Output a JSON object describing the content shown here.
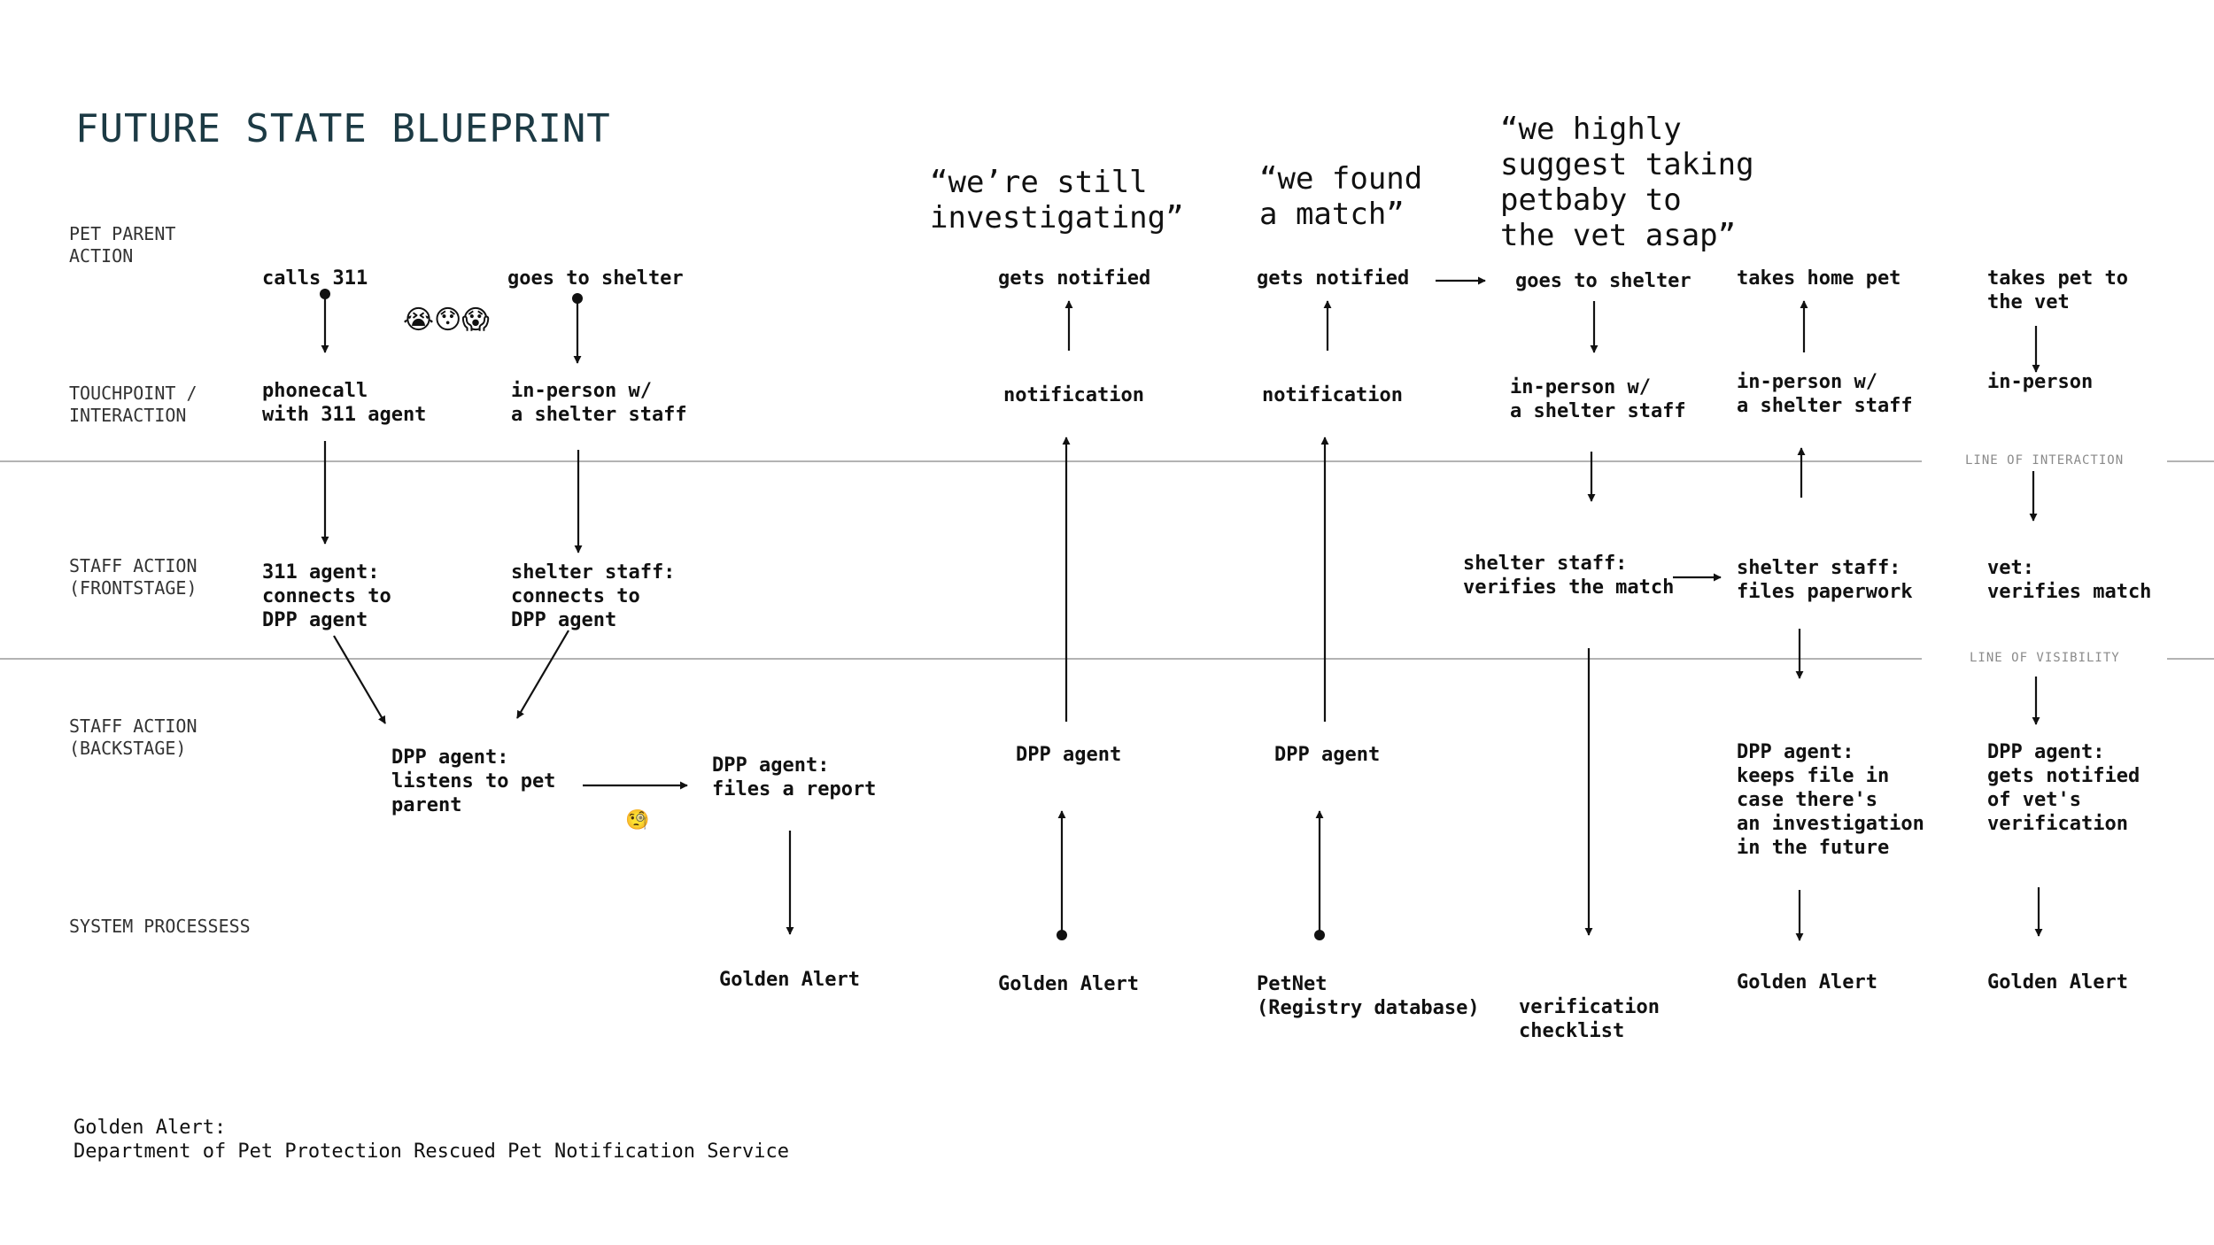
{
  "title": "FUTURE STATE BLUEPRINT",
  "lanes": {
    "pet_parent": "PET PARENT\nACTION",
    "touchpoint": "TOUCHPOINT /\nINTERACTION",
    "frontstage": "STAFF ACTION\n(FRONTSTAGE)",
    "backstage": "STAFF ACTION\n(BACKSTAGE)",
    "system": "SYSTEM PROCESSESS"
  },
  "lines": {
    "interaction": "LINE OF INTERACTION",
    "visibility": "LINE OF VISIBILITY"
  },
  "quotes": {
    "investigating": "“we’re still\ninvestigating”",
    "found": "“we found\na match”",
    "vet": "“we highly\nsuggest taking\npetbaby to\nthe vet asap”"
  },
  "emotions": {
    "worried": "😭😯😱",
    "thinking": "🧐"
  },
  "nodes": {
    "calls_311": "calls 311",
    "goes_shelter_1": "goes to shelter",
    "gets_notified_1": "gets notified",
    "gets_notified_2": "gets notified",
    "goes_shelter_2": "goes to shelter",
    "takes_home": "takes home pet",
    "takes_vet": "takes pet to\nthe vet",
    "phonecall": "phonecall\nwith 311 agent",
    "inperson_1": "in-person w/\na shelter staff",
    "notification_1": "notification",
    "notification_2": "notification",
    "inperson_2": "in-person w/\na shelter staff",
    "inperson_3": "in-person w/\na shelter staff",
    "inperson_4": "in-person",
    "agent_311": "311 agent:\nconnects to\nDPP agent",
    "shelter_connects": "shelter staff:\nconnects to\nDPP agent",
    "shelter_verifies": "shelter staff:\nverifies the match",
    "shelter_files": "shelter staff:\nfiles paperwork",
    "vet_verifies": "vet:\nverifies match",
    "dpp_listens": "DPP agent:\nlistens to pet\nparent",
    "dpp_files_report": "DPP agent:\nfiles a report",
    "dpp_agent_1": "DPP agent",
    "dpp_agent_2": "DPP agent",
    "dpp_keeps_file": "DPP agent:\nkeeps file in\ncase there's\nan investigation\nin the future",
    "dpp_vet_notified": "DPP agent:\ngets notified\nof vet's\nverification",
    "golden_1": "Golden Alert",
    "golden_2": "Golden Alert",
    "petnet": "PetNet\n(Registry database)",
    "checklist": "verification\nchecklist",
    "golden_3": "Golden Alert",
    "golden_4": "Golden Alert"
  },
  "footnote": "Golden Alert:\nDepartment of Pet Protection Rescued Pet Notification Service"
}
